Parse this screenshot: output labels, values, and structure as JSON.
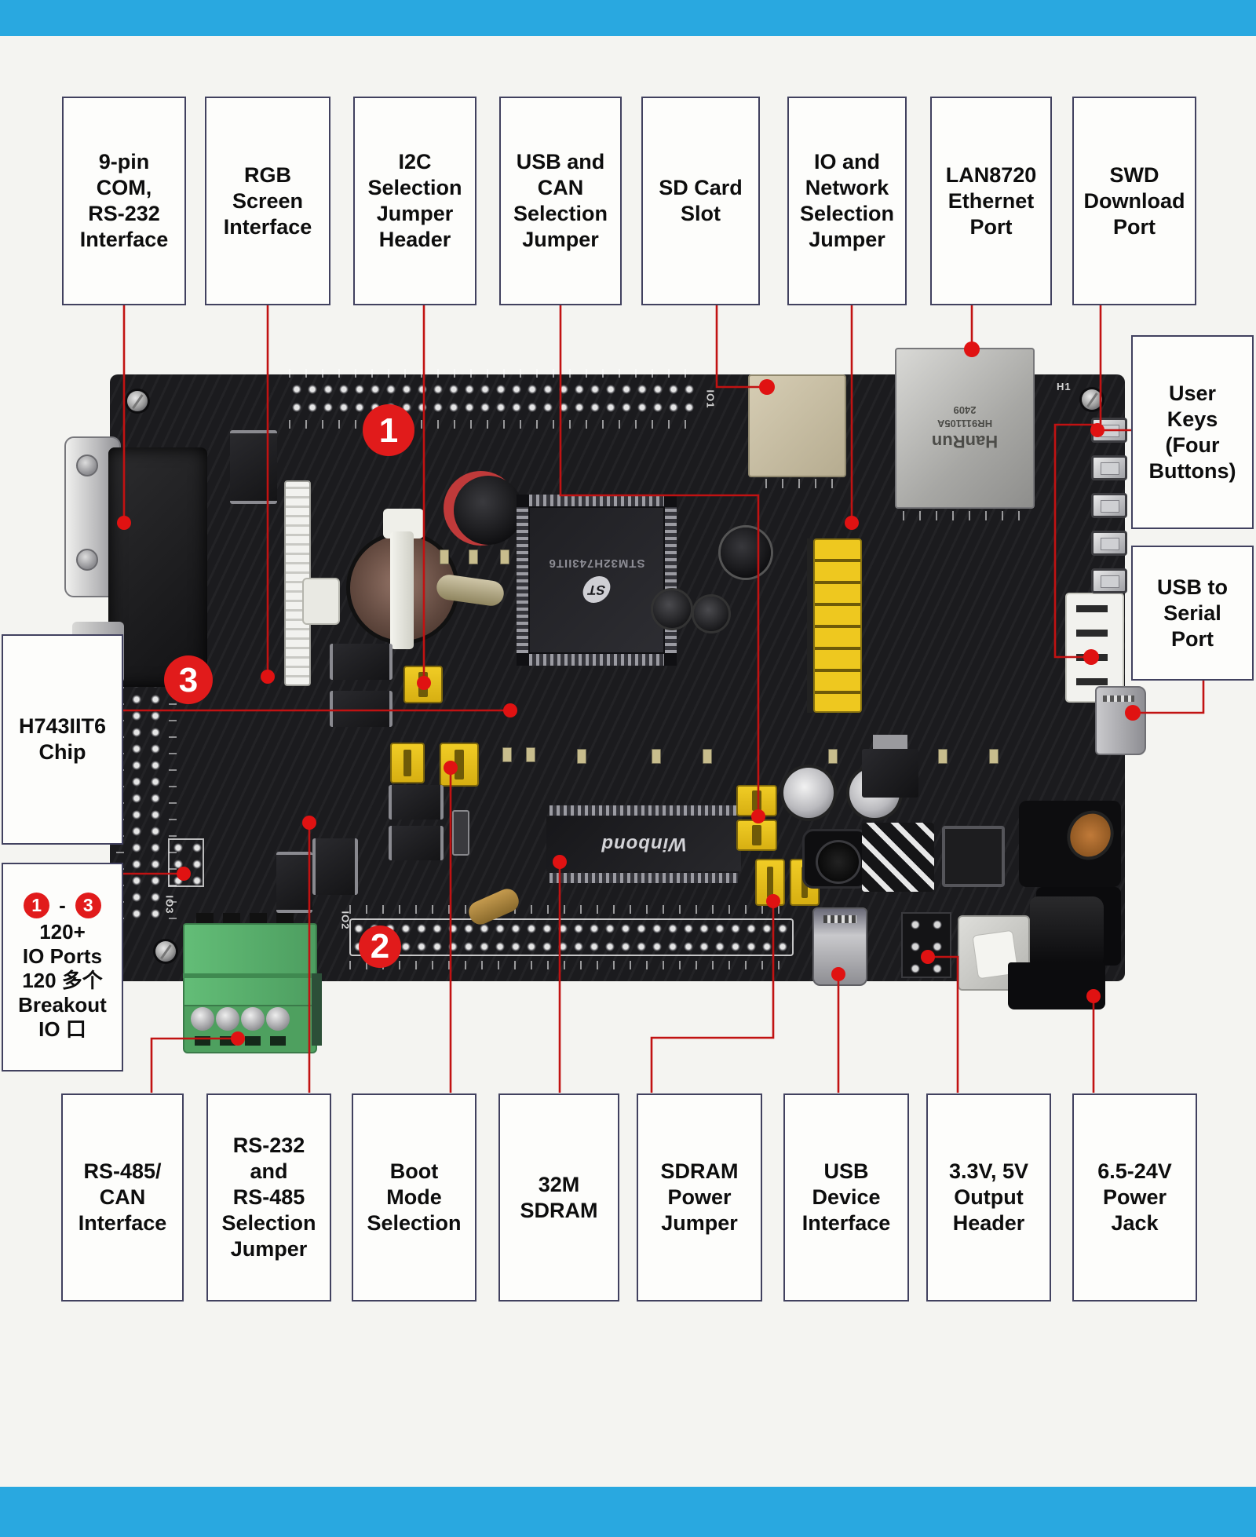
{
  "page": {
    "background": "#f4f4f1",
    "accent_bar_color": "#29a8e0",
    "annotation_line_color": "#c11212",
    "label_border_color": "#41415f",
    "pcb_color": "#1b1b1e"
  },
  "labels": {
    "top": [
      {
        "text": "9-pin\nCOM,\nRS-232\nInterface"
      },
      {
        "text": "RGB\nScreen\nInterface"
      },
      {
        "text": "I2C\nSelection\nJumper\nHeader"
      },
      {
        "text": "USB and\nCAN\nSelection\nJumper"
      },
      {
        "text": "SD Card\nSlot"
      },
      {
        "text": "IO and\nNetwork\nSelection\nJumper"
      },
      {
        "text": "LAN8720\nEthernet\nPort"
      },
      {
        "text": "SWD\nDownload\nPort"
      }
    ],
    "right": [
      {
        "text": "User\nKeys\n(Four\nButtons)"
      },
      {
        "text": "USB to\nSerial\nPort"
      }
    ],
    "left_chip": {
      "text": "H743IIT6\nChip"
    },
    "io_breakout": {
      "range_start": "1",
      "range_end": "3",
      "separator": "-",
      "lines": [
        "120+",
        "IO Ports",
        "120 多个",
        "Breakout",
        "IO 口"
      ]
    },
    "bottom": [
      {
        "text": "RS-485/\nCAN\nInterface"
      },
      {
        "text": "RS-232\nand\nRS-485\nSelection\nJumper"
      },
      {
        "text": "Boot\nMode\nSelection"
      },
      {
        "text": "32M\nSDRAM"
      },
      {
        "text": "SDRAM\nPower\nJumper"
      },
      {
        "text": "USB\nDevice\nInterface"
      },
      {
        "text": "3.3V, 5V\nOutput\nHeader"
      },
      {
        "text": "6.5-24V\nPower\nJack"
      }
    ]
  },
  "board": {
    "markers": [
      {
        "value": "1"
      },
      {
        "value": "2"
      },
      {
        "value": "3"
      }
    ],
    "chips": {
      "mcu_brand": "ST",
      "mcu_part": "STM32H743IIT6",
      "sdram_brand": "Winbond",
      "ethernet_brand": "HanRun",
      "ethernet_part": "HR911105A",
      "ethernet_date": "2409",
      "silk_io1": "IO1",
      "silk_io2": "IO2",
      "silk_io3": "IO3",
      "silk_h1": "H1"
    }
  }
}
